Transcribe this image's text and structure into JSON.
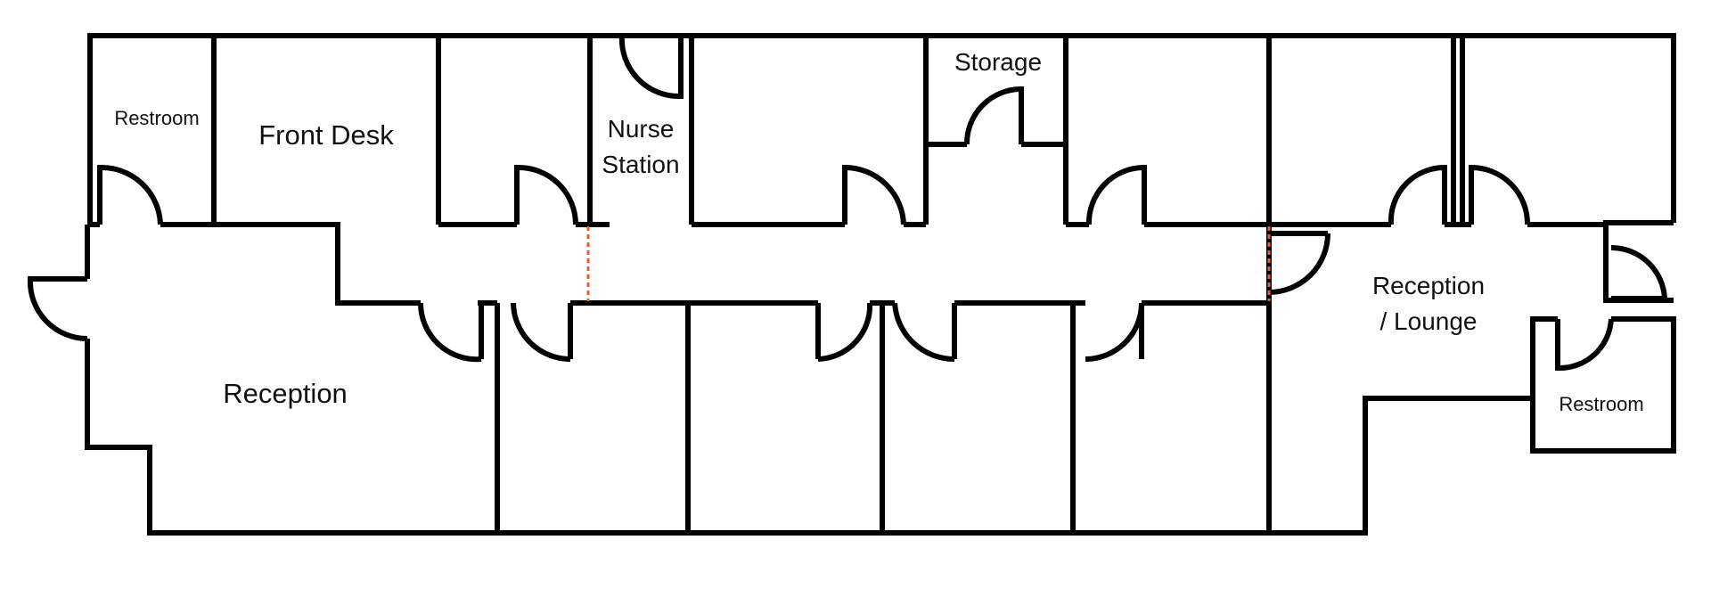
{
  "rooms": {
    "restroom_left": "Restroom",
    "front_desk": "Front Desk",
    "nurse_station_1": "Nurse",
    "nurse_station_2": "Station",
    "storage": "Storage",
    "reception": "Reception",
    "reception_lounge_1": "Reception",
    "reception_lounge_2": "/ Lounge",
    "restroom_right": "Restroom"
  },
  "colors": {
    "wall": "#000000",
    "divider": "#e8602c",
    "background": "#ffffff"
  }
}
